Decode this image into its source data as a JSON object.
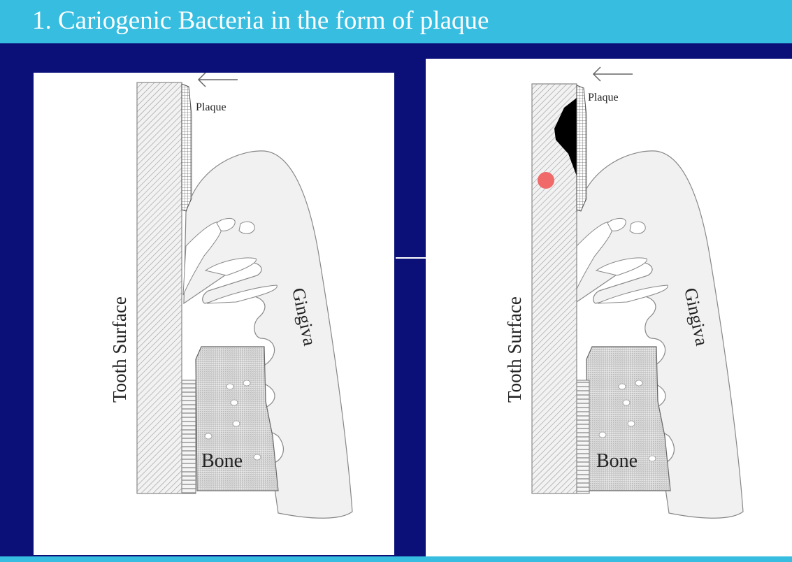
{
  "slide": {
    "title": "1. Cariogenic Bacteria in the form of plaque"
  },
  "diagrams": [
    {
      "label_plaque": "Plaque",
      "label_tooth": "Tooth Surface",
      "label_gingiva": "Gingiva",
      "label_bone": "Bone",
      "shows_lesion": false
    },
    {
      "label_plaque": "Plaque",
      "label_tooth": "Tooth Surface",
      "label_gingiva": "Gingiva",
      "label_bone": "Bone",
      "shows_lesion": true
    }
  ],
  "colors": {
    "title_bar": "#36bde0",
    "frame": "#0a1078",
    "lesion_dot": "#f06a6a",
    "caries": "#000000"
  }
}
